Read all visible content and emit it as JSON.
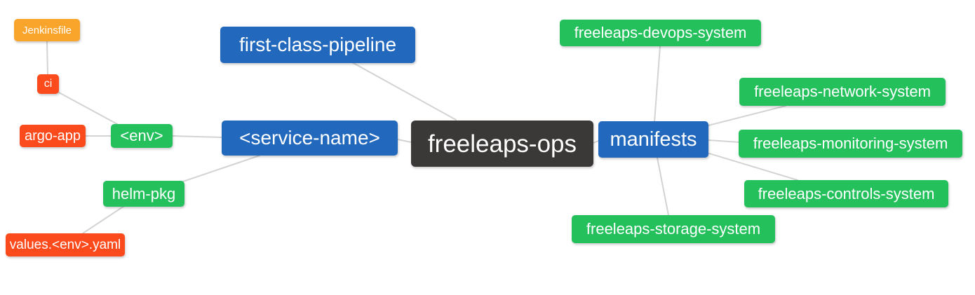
{
  "diagram": {
    "type": "mindmap",
    "root_label": "freeleaps-ops",
    "colors": {
      "blue": "#2268bd",
      "green": "#23c05c",
      "red_orange": "#fb4a1b",
      "amber": "#f9a42b",
      "dark": "#3b3838",
      "link_line": "#d3d3d3",
      "node_text": "#ffffff",
      "background": "#ffffff"
    },
    "nodes": [
      {
        "id": "jenkinsfile",
        "label": "Jenkinsfile",
        "color": "amber"
      },
      {
        "id": "ci",
        "label": "ci",
        "color": "red_orange"
      },
      {
        "id": "argo-app",
        "label": "argo-app",
        "color": "red_orange"
      },
      {
        "id": "env",
        "label": "<env>",
        "color": "green"
      },
      {
        "id": "values-env-yaml",
        "label": "values.<env>.yaml",
        "color": "red_orange"
      },
      {
        "id": "helm-pkg",
        "label": "helm-pkg",
        "color": "green"
      },
      {
        "id": "first-class-pipeline",
        "label": "first-class-pipeline",
        "color": "blue"
      },
      {
        "id": "service-name",
        "label": "<service-name>",
        "color": "blue"
      },
      {
        "id": "freeleaps-ops",
        "label": "freeleaps-ops",
        "color": "dark"
      },
      {
        "id": "manifests",
        "label": "manifests",
        "color": "blue"
      },
      {
        "id": "freeleaps-devops-system",
        "label": "freeleaps-devops-system",
        "color": "green"
      },
      {
        "id": "freeleaps-network-system",
        "label": "freeleaps-network-system",
        "color": "green"
      },
      {
        "id": "freeleaps-monitoring-system",
        "label": "freeleaps-monitoring-system",
        "color": "green"
      },
      {
        "id": "freeleaps-controls-system",
        "label": "freeleaps-controls-system",
        "color": "green"
      },
      {
        "id": "freeleaps-storage-system",
        "label": "freeleaps-storage-system",
        "color": "green"
      }
    ],
    "edges": [
      {
        "from": "jenkinsfile",
        "to": "ci"
      },
      {
        "from": "ci",
        "to": "env"
      },
      {
        "from": "argo-app",
        "to": "env"
      },
      {
        "from": "env",
        "to": "service-name"
      },
      {
        "from": "helm-pkg",
        "to": "service-name"
      },
      {
        "from": "values-env-yaml",
        "to": "helm-pkg"
      },
      {
        "from": "first-class-pipeline",
        "to": "freeleaps-ops"
      },
      {
        "from": "service-name",
        "to": "freeleaps-ops"
      },
      {
        "from": "freeleaps-ops",
        "to": "manifests"
      },
      {
        "from": "manifests",
        "to": "freeleaps-devops-system"
      },
      {
        "from": "manifests",
        "to": "freeleaps-network-system"
      },
      {
        "from": "manifests",
        "to": "freeleaps-monitoring-system"
      },
      {
        "from": "manifests",
        "to": "freeleaps-controls-system"
      },
      {
        "from": "manifests",
        "to": "freeleaps-storage-system"
      }
    ]
  }
}
